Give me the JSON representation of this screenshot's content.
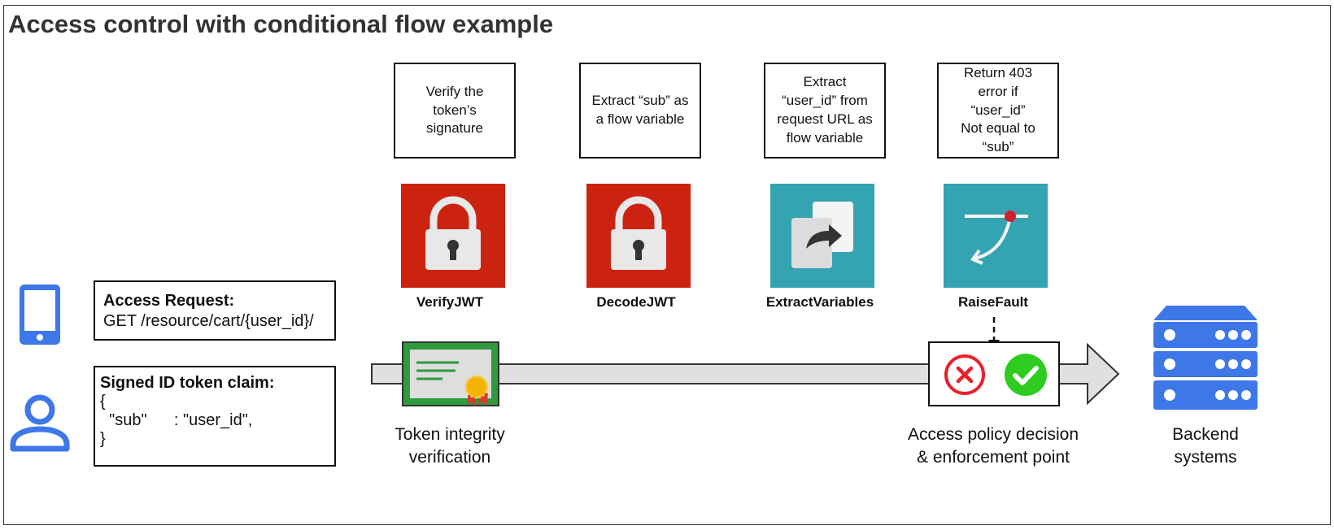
{
  "title": "Access control with conditional flow example",
  "steps": [
    {
      "description": "Verify the\ntoken’s\nsignature",
      "policy": "VerifyJWT",
      "icon": "padlock-icon",
      "color": "#cc2311"
    },
    {
      "description": "Extract “sub” as\na flow variable",
      "policy": "DecodeJWT",
      "icon": "padlock-icon",
      "color": "#cc2311"
    },
    {
      "description": "Extract\n“user_id” from\nrequest URL as\nflow variable",
      "policy": "ExtractVariables",
      "icon": "extract-pages-icon",
      "color": "#35a4b2"
    },
    {
      "description": "Return 403\nerror if\n“user_id”\nNot equal to\n“sub”",
      "policy": "RaiseFault",
      "icon": "raise-fault-icon",
      "color": "#35a4b2"
    }
  ],
  "access_request": {
    "heading": "Access Request:",
    "line": "GET /resource/cart/{user_id}/"
  },
  "token_claim": {
    "heading": "Signed ID token claim:",
    "lines": [
      "{",
      "  \"sub\"      : \"user_id\",",
      "}"
    ]
  },
  "captions": {
    "token_verification": "Token integrity\nverification",
    "policy_decision": "Access policy decision\n& enforcement point",
    "backend": "Backend\nsystems"
  },
  "icons": {
    "client_device": "smartphone-icon",
    "user": "user-icon",
    "certificate": "certificate-icon",
    "deny": "deny-x-icon",
    "allow": "allow-check-icon",
    "backend": "server-stack-icon"
  },
  "colors": {
    "accent_blue": "#3d77e8",
    "deny_red": "#e8202a",
    "allow_green": "#2ecc1f",
    "certificate_green": "#2e9a3c",
    "arrow_gray": "#e0e0e0"
  }
}
